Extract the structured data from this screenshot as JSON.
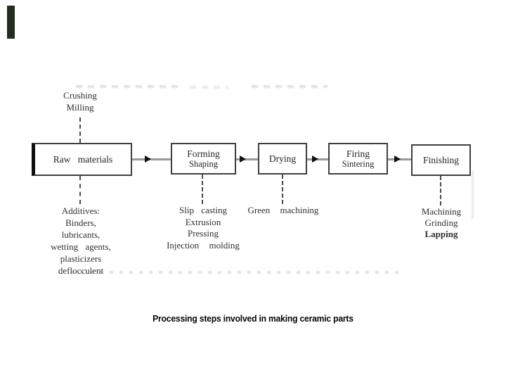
{
  "colors": {
    "background": "#ffffff",
    "box_border": "#3f3f3f",
    "box_text": "#262626",
    "label_text": "#303030",
    "connector_line": "#9a9a9a",
    "arrowhead": "#111111",
    "scan_artifact_bar": "#242b21",
    "ghost_streak": "#c4c4c4",
    "caption_text": "#050505"
  },
  "top_label": {
    "line1": "Crushing",
    "line2": "Milling"
  },
  "boxes": {
    "raw": {
      "line1": "Raw materials"
    },
    "forming": {
      "line1": "Forming",
      "line2": "Shaping"
    },
    "drying": {
      "line1": "Drying"
    },
    "firing": {
      "line1": "Firing",
      "line2": "Sintering"
    },
    "finishing": {
      "line1": "Finishing"
    }
  },
  "annotations": {
    "additives": {
      "l1": "Additives:",
      "l2": "Binders,",
      "l3": "lubricants,",
      "l4": "wetting agents,",
      "l5": "plasticizers",
      "l6": "deflocculent"
    },
    "forming_methods": {
      "l1": "Slip casting",
      "l2": "Extrusion",
      "l3": "Pressing",
      "l4": "Injection molding"
    },
    "drying_note": {
      "l1": "Green machining"
    },
    "finishing_methods": {
      "l1": "Machining",
      "l2": "Grinding",
      "l3": "Lapping"
    }
  },
  "caption": {
    "text": "Processing steps involved in making ceramic parts"
  }
}
